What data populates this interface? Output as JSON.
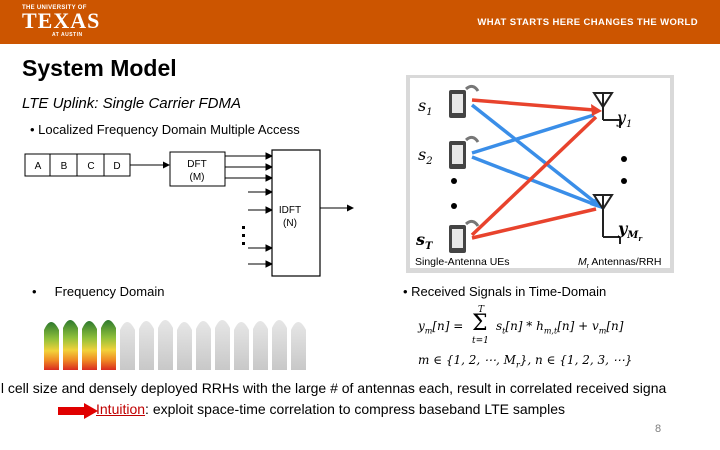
{
  "header": {
    "logo_top": "THE UNIVERSITY OF",
    "logo_main": "TEXAS",
    "logo_sub": "AT AUSTIN",
    "tagline": "WHAT STARTS HERE CHANGES THE WORLD",
    "background_color": "#cc5500"
  },
  "slide": {
    "title": "System Model",
    "subtitle": "LTE Uplink: Single Carrier FDMA",
    "bullet_localized": "Localized Frequency Domain Multiple Access",
    "bullet_frequency": "Frequency Domain",
    "bullet_time": "Received Signals in Time-Domain",
    "bottom_line_1": "all cell size and densely deployed RRHs with the large # of antennas each, result in correlated received signa",
    "intuition_word": "Intuition",
    "intuition_rest": ": exploit space-time correlation to compress baseband LTE samples",
    "page_number": "8"
  },
  "block_diagram": {
    "symbols": [
      "A",
      "B",
      "C",
      "D"
    ],
    "dft_label": "DFT",
    "dft_size": "(M)",
    "idft_label": "IDFT",
    "idft_size": "(N)"
  },
  "uplink_figure": {
    "ue_caption": "Single-Antenna UEs",
    "antenna_caption_prefix": "M",
    "antenna_caption_sub": "r",
    "antenna_caption_suffix": " Antennas/RRH",
    "ue_labels": [
      {
        "base": "s",
        "sub": "1"
      },
      {
        "base": "s",
        "sub": "2"
      },
      {
        "base": "s",
        "sub": "T"
      }
    ],
    "antenna_labels": [
      {
        "base": "y",
        "sub": "1"
      },
      {
        "base": "y",
        "sub": "M",
        "subsub": "r"
      }
    ],
    "colors": {
      "red_link": "#e8432d",
      "blue_link": "#3a8ee8",
      "panel_bg": "#d9d9d9"
    }
  },
  "equations": {
    "eq1_lhs": "y",
    "eq1_lhs_sub": "m",
    "eq1_lhs_arg": "[n] =",
    "sum_top": "T",
    "sum_bottom": "t=1",
    "eq1_term1": "s",
    "eq1_term1_sub": "t",
    "eq1_term1_arg": "[n] * h",
    "eq1_h_sub": "m,t",
    "eq1_term2": "[n] + v",
    "eq1_v_sub": "m",
    "eq1_end": "[n]",
    "eq2": "m ∈ {1, 2, ⋯, M",
    "eq2_sub": "r",
    "eq2_mid": "},     n ∈ {1, 2, 3, ⋯}"
  }
}
